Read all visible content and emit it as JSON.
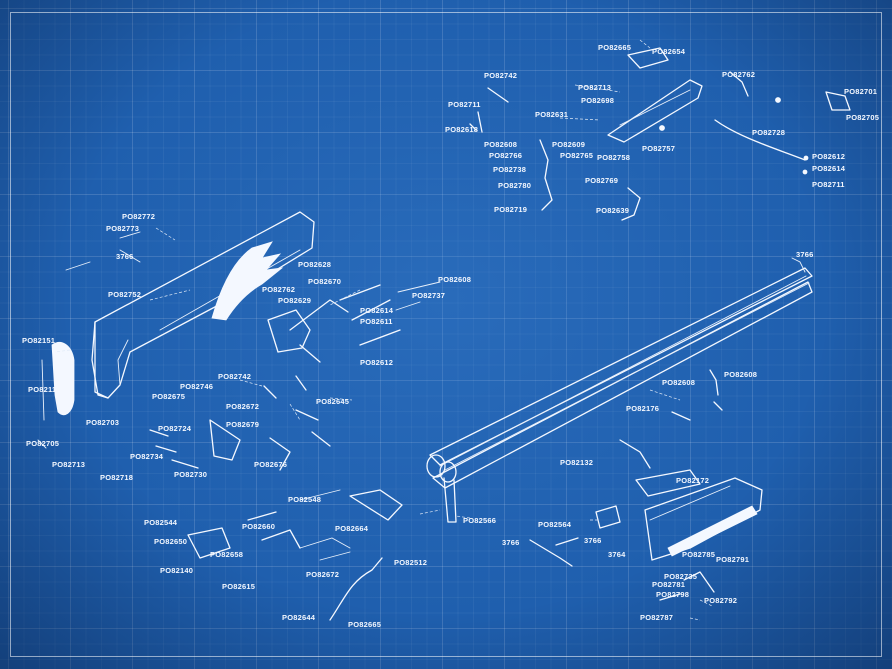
{
  "diagram": {
    "style": "blueprint",
    "colors": {
      "background": "#1f5fae",
      "ink": "#f4f8ff",
      "grid": "#ffffff"
    },
    "labels": [
      "PO82665",
      "PO82654",
      "PO82742",
      "PO82711",
      "PO82713",
      "PO82618",
      "PO82698",
      "PO82762",
      "PO82631",
      "PO82608",
      "PO82609",
      "PO82766",
      "PO82765",
      "PO82738",
      "PO82780",
      "PO82719",
      "PO82757",
      "PO82758",
      "PO82769",
      "PO82639",
      "PO82728",
      "PO82612",
      "PO82614",
      "PO82711",
      "PO82772",
      "PO82773",
      "3766",
      "PO82752",
      "PO82628",
      "PO82670",
      "PO82762",
      "PO82629",
      "PO82608",
      "PO82737",
      "PO82614",
      "PO82611",
      "PO82151",
      "PO82114",
      "PO82705",
      "PO82713",
      "PO82718",
      "PO82703",
      "PO82742",
      "PO82746",
      "PO82675",
      "PO82672",
      "PO82679",
      "PO82724",
      "PO82734",
      "PO82730",
      "PO82676",
      "PO82645",
      "PO82612",
      "3766",
      "PO82608",
      "PO82176",
      "PO82608",
      "PO82132",
      "PO82172",
      "PO82548",
      "PO82544",
      "PO82650",
      "PO82660",
      "PO82664",
      "PO82658",
      "PO82140",
      "PO82615",
      "PO82512",
      "PO82672",
      "PO82644",
      "PO82665",
      "PO82566",
      "PO82564",
      "3766",
      "3766",
      "PO82735",
      "PO82798",
      "PO82792",
      "PO82787",
      "PO82785",
      "PO82781",
      "3764",
      "PO82791",
      "PO82701",
      "PO82705"
    ]
  }
}
